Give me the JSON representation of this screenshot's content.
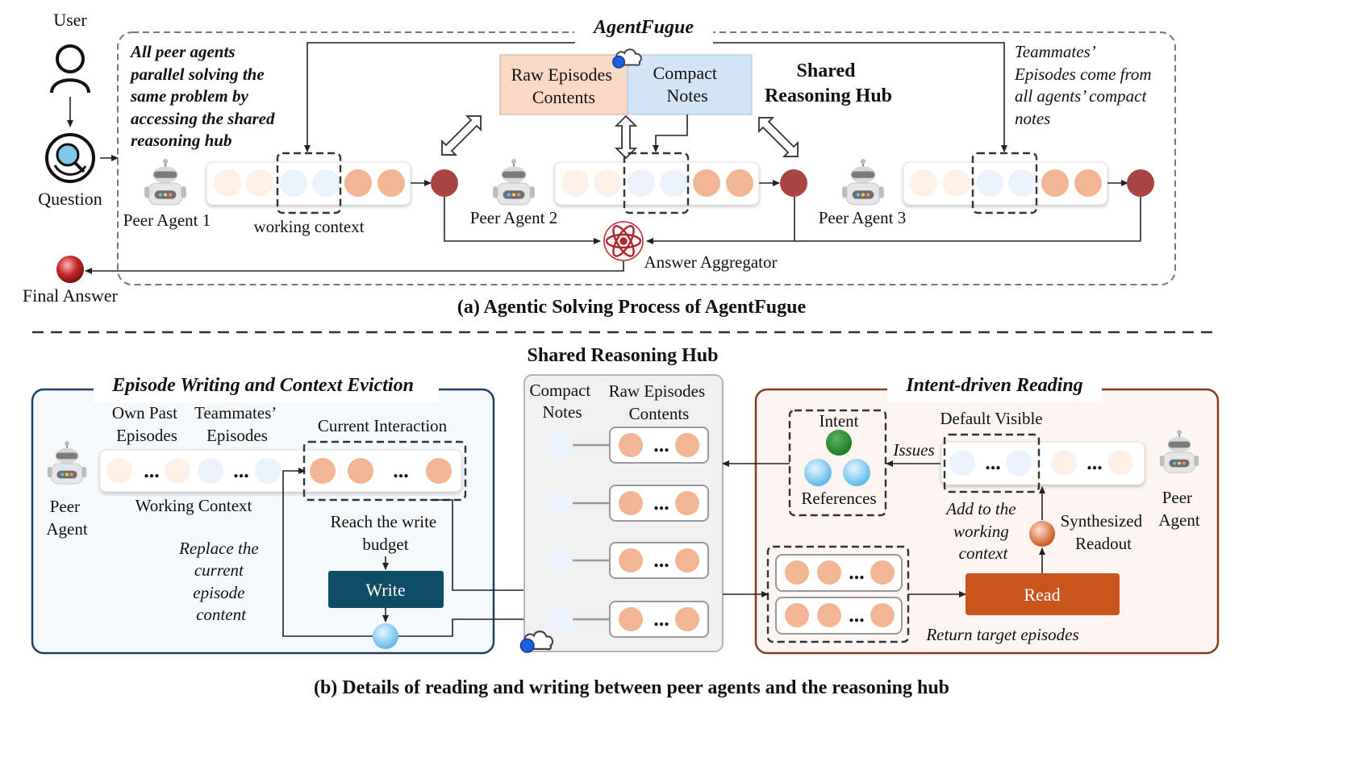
{
  "colors": {
    "accent_dark": "#0e4d63",
    "accent_orange": "#c9541c",
    "peach_dot": "#f2b594",
    "light_peach_dot": "#fbe9dd",
    "light_blue_dot": "#e2eefa",
    "red_dot": "#a84444",
    "left_panel_border": "#1f3f63",
    "right_panel_border": "#8a3a20",
    "raw_box": "#fad9c6",
    "notes_box": "#d2e4f6"
  },
  "top": {
    "user_label": "User",
    "question_label": "Question",
    "final_answer_label": "Final Answer",
    "frame_title": "AgentFugue",
    "note_left": [
      "All peer agents",
      "parallel solving the",
      "same problem by",
      "accessing the shared",
      "reasoning hub"
    ],
    "note_right": [
      "Teammates’",
      "Episodes come from",
      "all agents’ compact",
      "notes"
    ],
    "raw_box": [
      "Raw Episodes",
      "Contents"
    ],
    "notes_box": [
      "Compact",
      "Notes"
    ],
    "hub_title": [
      "Shared",
      "Reasoning Hub"
    ],
    "agents": [
      "Peer Agent 1",
      "Peer Agent 2",
      "Peer Agent 3"
    ],
    "working_context": "working context",
    "aggregator": "Answer Aggregator",
    "caption": "(a) Agentic Solving Process of AgentFugue"
  },
  "bottom": {
    "hub_title": "Shared Reasoning Hub",
    "hub_col_notes": [
      "Compact",
      "Notes"
    ],
    "hub_col_raw": [
      "Raw Episodes",
      "Contents"
    ],
    "ellipsis": "...",
    "left": {
      "title": "Episode Writing and Context Eviction",
      "own_past": [
        "Own Past",
        "Episodes"
      ],
      "teammates": [
        "Teammates’",
        "Episodes"
      ],
      "current": "Current Interaction",
      "working_context": "Working Context",
      "peer_agent": [
        "Peer",
        "Agent"
      ],
      "reach": [
        "Reach the write",
        "budget"
      ],
      "replace": [
        "Replace the",
        "current",
        "episode",
        "content"
      ],
      "write_button": "Write"
    },
    "right": {
      "title": "Intent-driven Reading",
      "intent": "Intent",
      "references": "References",
      "issues": "Issues",
      "default_visible": "Default Visible",
      "peer_agent": [
        "Peer",
        "Agent"
      ],
      "add": [
        "Add to the",
        "working",
        "context"
      ],
      "synthesized": [
        "Synthesized",
        "Readout"
      ],
      "read_button": "Read",
      "return": "Return target episodes"
    },
    "caption": "(b) Details of reading and writing between peer agents and the reasoning hub"
  }
}
